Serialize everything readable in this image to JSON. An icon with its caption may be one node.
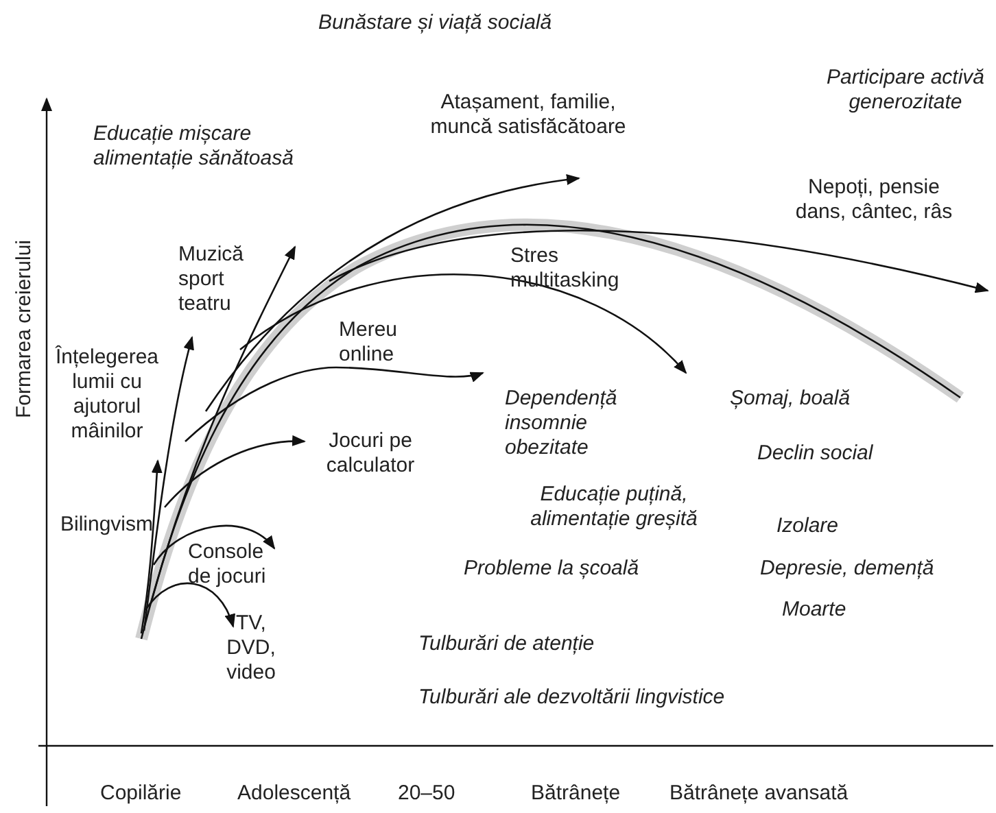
{
  "diagram": {
    "labels": [
      "Bunăstare și viață socială",
      "Participare activă generozitate",
      "Atașament, familie, muncă satisfăcătoare",
      "Educație mișcare alimentație sănătoasă",
      "Nepoți, pensie dans, cântec, râs",
      "Muzică sport teatru",
      "Stres multitasking",
      "Mereu online",
      "Înțelegerea lumii cu ajutorul mâinilor",
      "Dependență insomnie obezitate",
      "Șomaj, boală",
      "Jocuri pe calculator",
      "Declin social",
      "Educație puțină, alimentație greșită",
      "Bilingvism",
      "Izolare",
      "Console de jocuri",
      "Probleme la școală",
      "Depresie, demență",
      "Moarte",
      "TV, DVD, video",
      "Tulburări de atenție",
      "Tulburări ale dezvoltării lingvistice",
      "Formarea creierului",
      "Copilărie",
      "Adolescență",
      "20–50",
      "Bătrânețe",
      "Bătrânețe avansată"
    ]
  }
}
